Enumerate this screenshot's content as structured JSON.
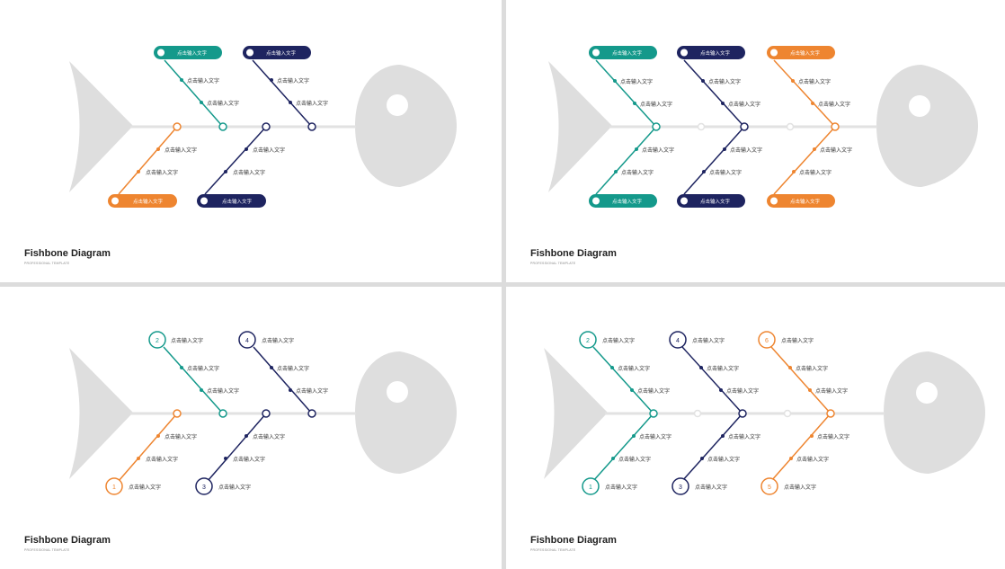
{
  "colors": {
    "teal": "#14998b",
    "navy": "#1e2460",
    "orange": "#ee8530",
    "fish": "#dedede",
    "spine": "#e2e2e2"
  },
  "slides": [
    {
      "title": "Fishbone Diagram",
      "subtitle": "PROFESSIONAL TEMPLATE"
    },
    {
      "title": "Fishbone Diagram",
      "subtitle": "PROFESSIONAL TEMPLATE"
    },
    {
      "title": "Fishbone Diagram",
      "subtitle": "PROFESSIONAL TEMPLATE"
    },
    {
      "title": "Fishbone Diagram",
      "subtitle": "PROFESSIONAL TEMPLATE"
    }
  ],
  "labels": {
    "placeholder": "点击输入文字"
  },
  "numbers": [
    "1",
    "2",
    "3",
    "4",
    "5",
    "6"
  ]
}
